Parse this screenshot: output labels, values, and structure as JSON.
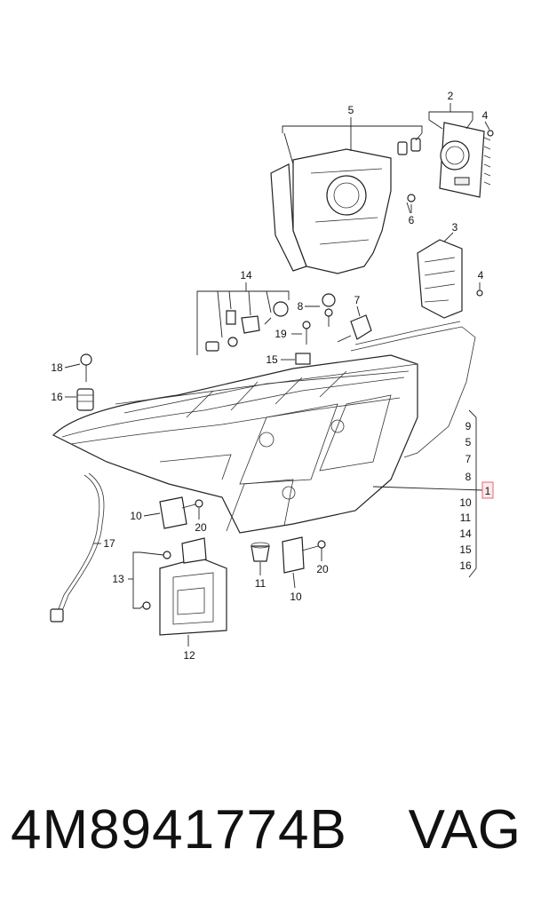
{
  "diagram": {
    "callouts": {
      "c1": "1",
      "c2": "2",
      "c3": "3",
      "c4a": "4",
      "c4b": "4",
      "c5": "5",
      "c6": "6",
      "c7": "7",
      "c8": "8",
      "c10a": "10",
      "c10b": "10",
      "c11": "11",
      "c12": "12",
      "c13": "13",
      "c14": "14",
      "c15": "15",
      "c16": "16",
      "c17": "17",
      "c18": "18",
      "c19": "19",
      "c20a": "20",
      "c20b": "20"
    },
    "bracket_list": [
      "9",
      "5",
      "7",
      "8",
      "10",
      "11",
      "14",
      "15",
      "16"
    ],
    "highlight_color": "#e06a7a"
  },
  "footer": {
    "part_number": "4M8941774B",
    "brand": "VAG"
  }
}
